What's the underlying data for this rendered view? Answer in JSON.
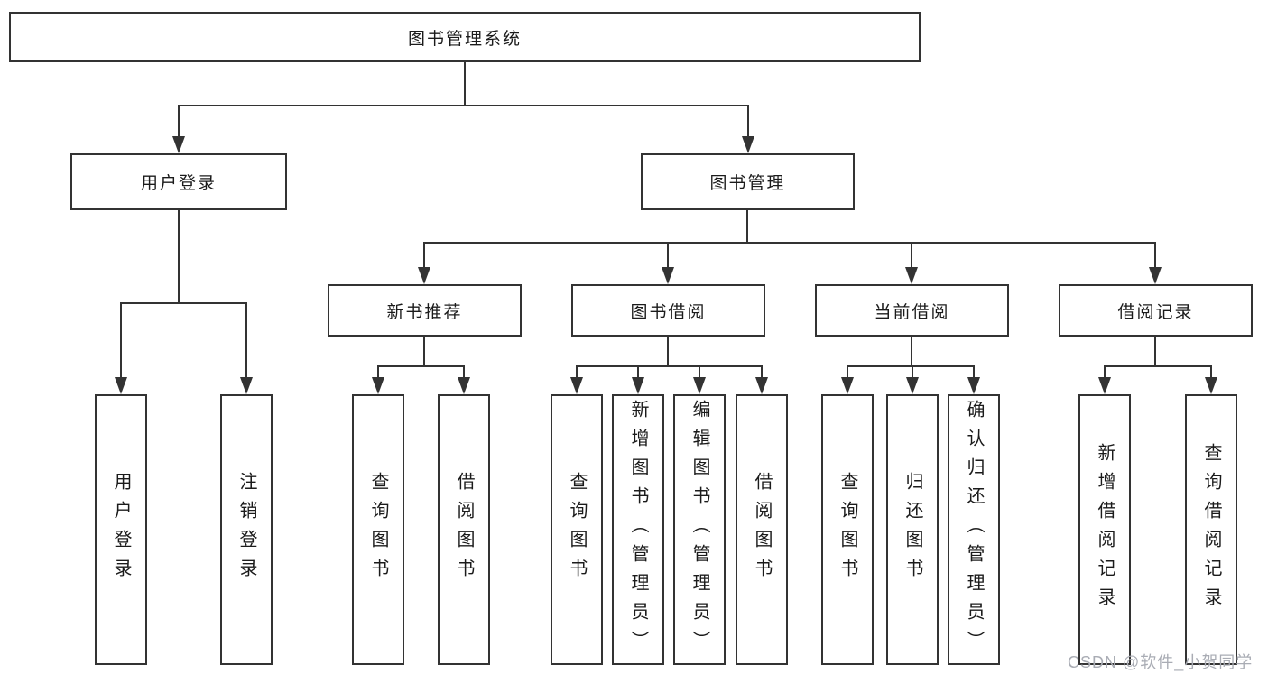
{
  "tree": {
    "label": "图书管理系统",
    "children": [
      {
        "label": "用户登录",
        "children": [
          {
            "label": "用户登录"
          },
          {
            "label": "注销登录"
          }
        ]
      },
      {
        "label": "图书管理",
        "children": [
          {
            "label": "新书推荐",
            "children": [
              {
                "label": "查询图书"
              },
              {
                "label": "借阅图书"
              }
            ]
          },
          {
            "label": "图书借阅",
            "children": [
              {
                "label": "查询图书"
              },
              {
                "label": "新增图书（管理员）"
              },
              {
                "label": "编辑图书（管理员）"
              },
              {
                "label": "借阅图书"
              }
            ]
          },
          {
            "label": "当前借阅",
            "children": [
              {
                "label": "查询图书"
              },
              {
                "label": "归还图书"
              },
              {
                "label": "确认归还（管理员）"
              }
            ]
          },
          {
            "label": "借阅记录",
            "children": [
              {
                "label": "新增借阅记录"
              },
              {
                "label": "查询借阅记录"
              }
            ]
          }
        ]
      }
    ]
  },
  "watermark": {
    "text": "CSDN @软件_小贺同学"
  },
  "colors": {
    "line": "#333333",
    "text": "#1b1b1b",
    "node_fill": "#ffffff",
    "background": "#ffffff",
    "watermark": "#a9acb4"
  }
}
